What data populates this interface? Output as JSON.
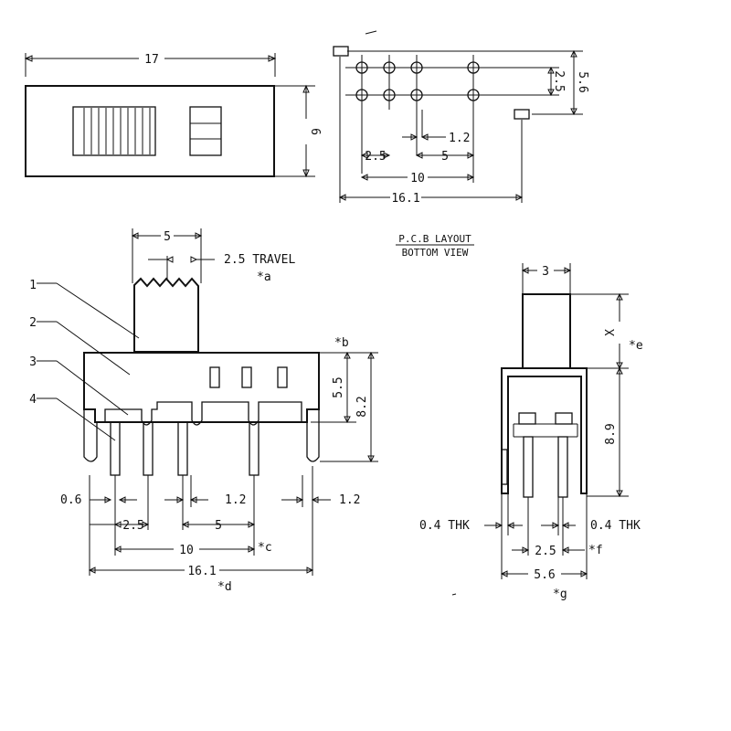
{
  "top_view": {
    "width_label": "17",
    "height_label": "6"
  },
  "pcb_layout": {
    "dim_row_spacing": "2.5",
    "dim_tab_spacing": "5.6",
    "dim_offset": "1.2",
    "dim_pitch": "2.5",
    "dim_pin_spacing": "5",
    "dim_center": "10",
    "dim_overall": "16.1",
    "title": "P.C.B LAYOUT",
    "subtitle": "BOTTOM VIEW"
  },
  "front_view": {
    "actuator_width": "5",
    "travel_label": "2.5 TRAVEL",
    "note_a": "*a",
    "note_b": "*b",
    "callouts": [
      "1",
      "2",
      "3",
      "4"
    ],
    "dim_body_height": "5.5",
    "dim_total_height": "8.2",
    "dim_pin_width": "0.6",
    "dim_offset_left": "1.2",
    "dim_offset_right": "1.2",
    "dim_pitch": "2.5",
    "dim_pin_spacing": "5",
    "dim_center": "10",
    "note_c": "*c",
    "dim_overall": "16.1",
    "note_d": "*d"
  },
  "side_view": {
    "actuator_width": "3",
    "dim_actuator_height": "X",
    "note_e": "*e",
    "dim_body_height": "8.9",
    "thickness_left": "0.4 THK",
    "thickness_right": "0.4 THK",
    "dim_pitch": "2.5",
    "note_f": "*f",
    "dim_overall": "5.6",
    "note_g": "*g"
  }
}
